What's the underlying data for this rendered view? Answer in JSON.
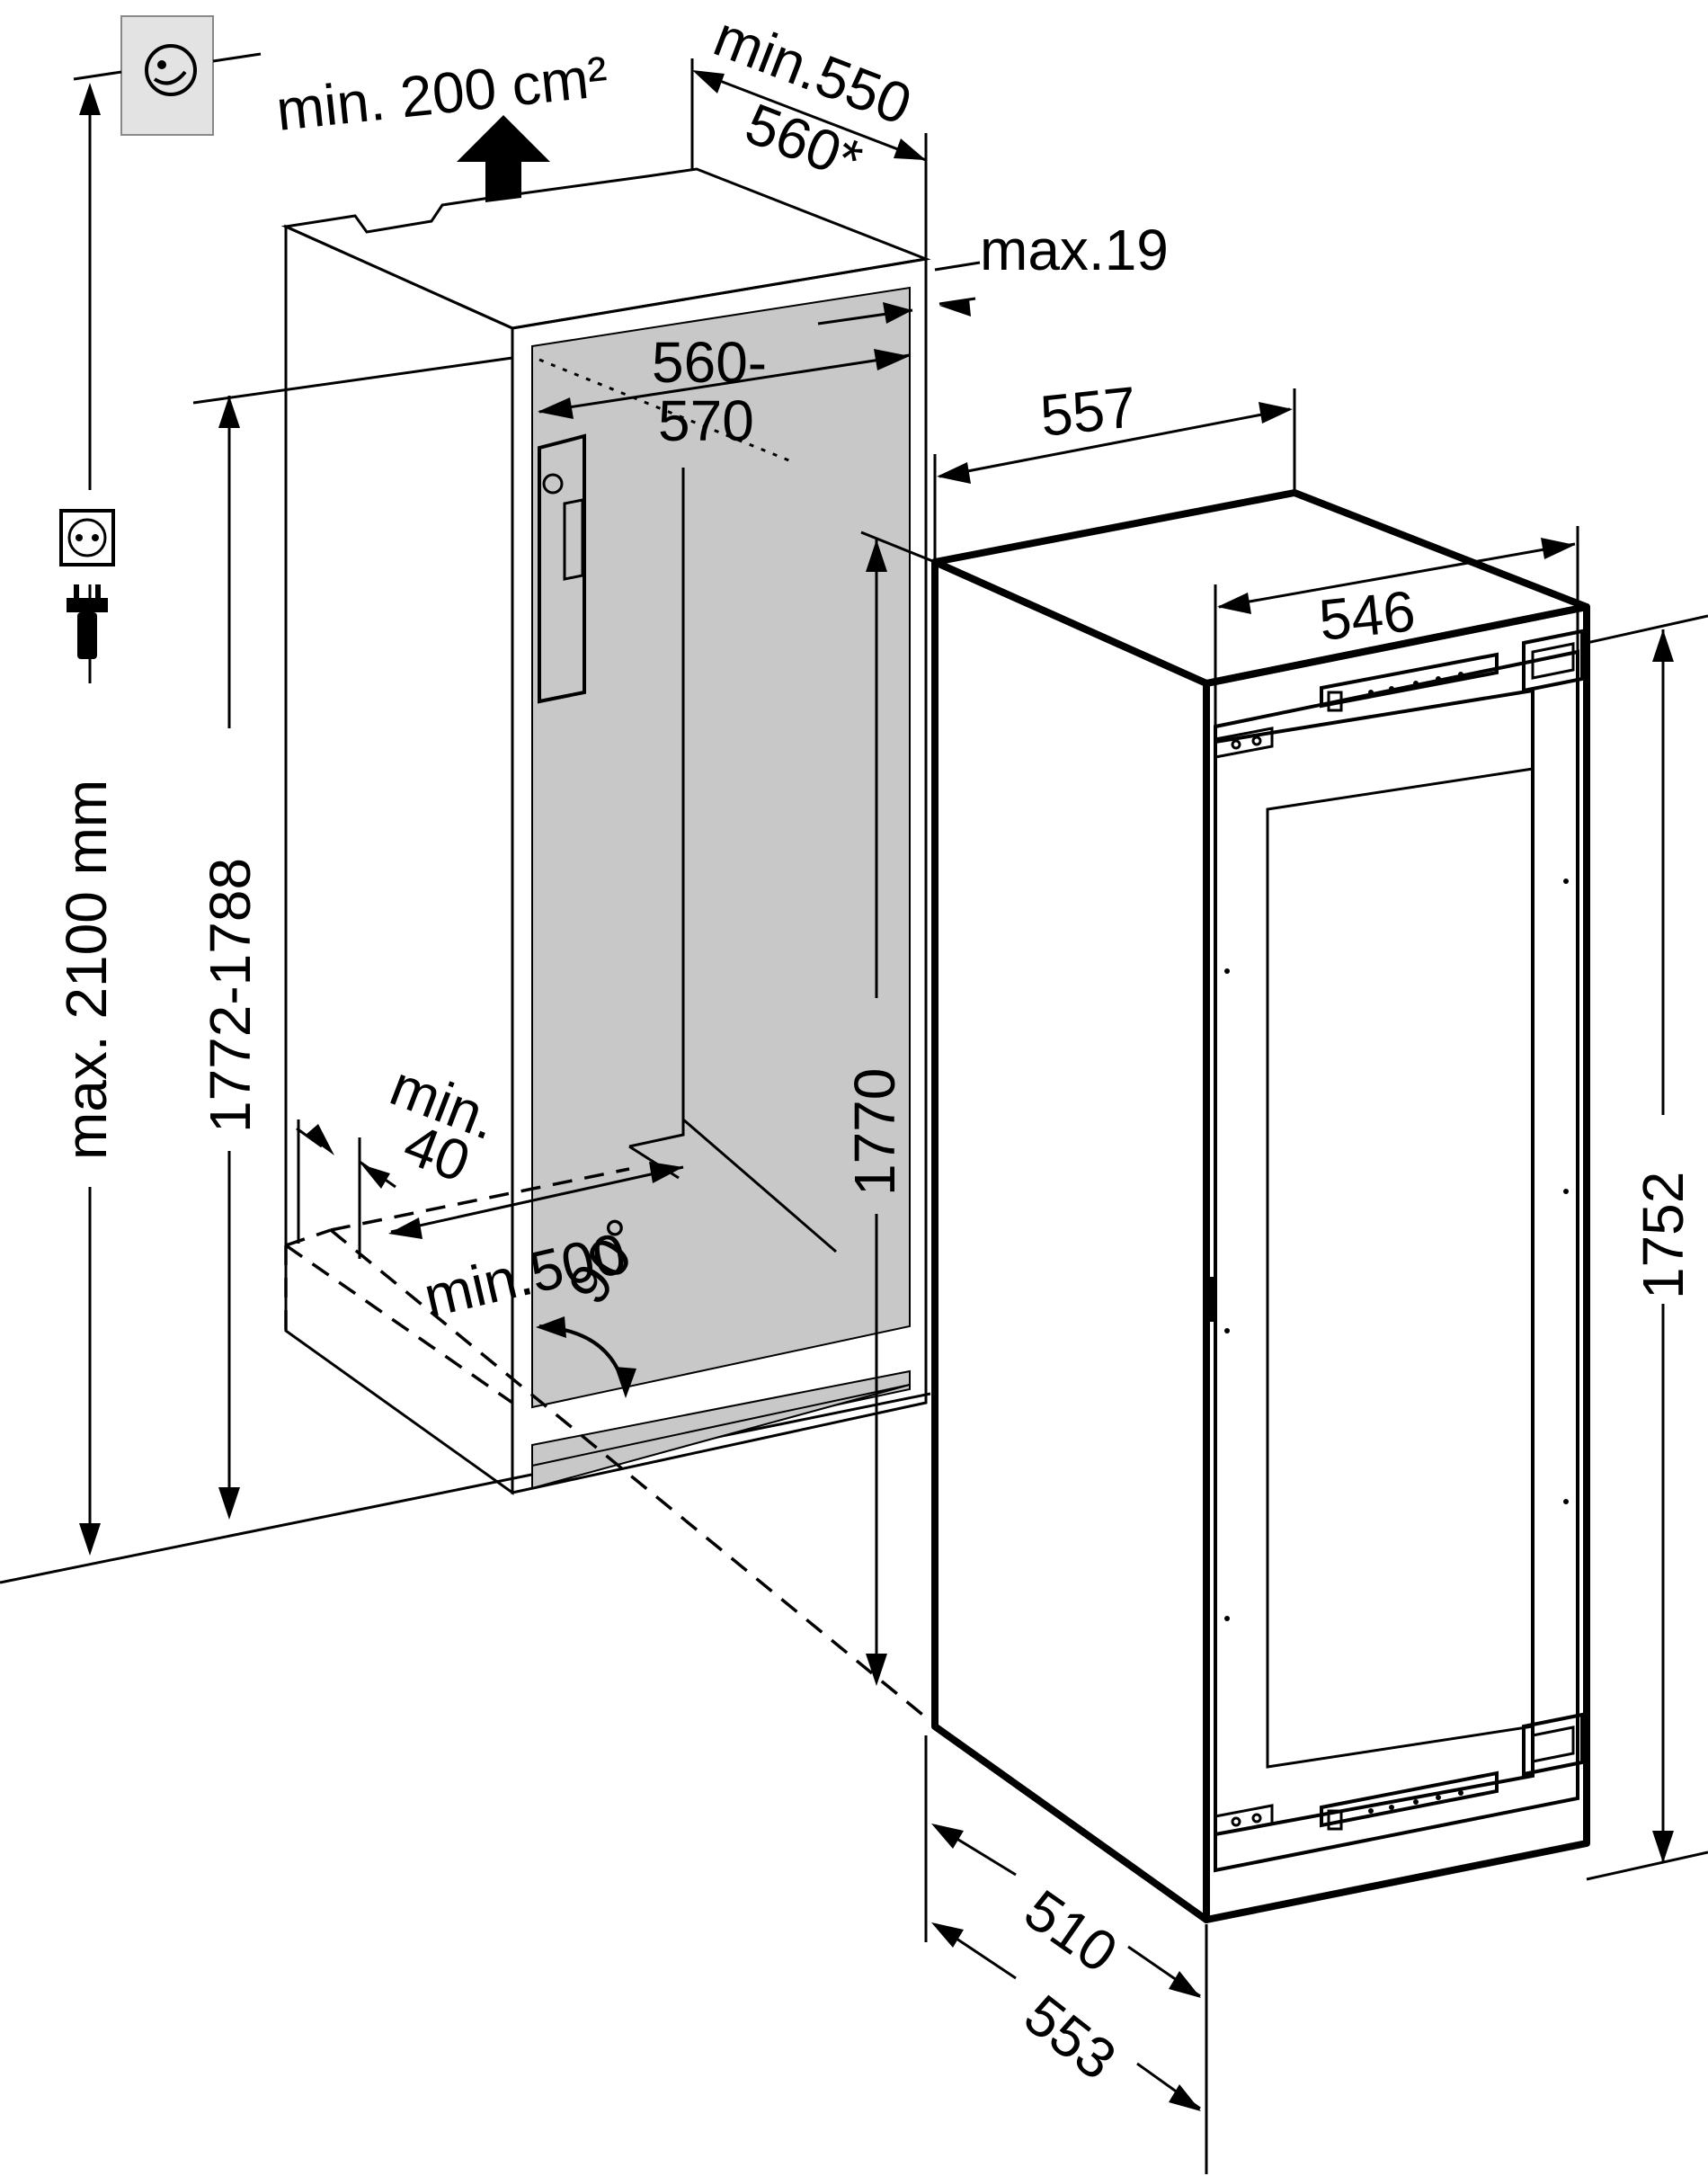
{
  "labels": {
    "vent_area": "min. 200 cm²",
    "depth_min": "min.550",
    "depth_alt": "560*",
    "panel_max": "max.19",
    "niche_width_a": "560-",
    "niche_width_b": "570",
    "appliance_width_top": "557",
    "appliance_width_front": "546",
    "max_height": "max. 2100 mm",
    "niche_height": "1772-1788",
    "niche_height_inner": "1770",
    "appliance_height": "1752",
    "min_gap_a": "min.",
    "min_gap_b": "40",
    "min_depth_bottom": "min.500",
    "angle": "90°",
    "depth_510": "510",
    "depth_553": "553"
  },
  "icons": {
    "vent": "ventilation-grille-icon",
    "socket": "power-socket-icon",
    "plug": "power-plug-icon"
  },
  "colors": {
    "niche_fill": "#c8c8c8",
    "vent_plate": "#e3e3e3",
    "line": "#000000"
  }
}
